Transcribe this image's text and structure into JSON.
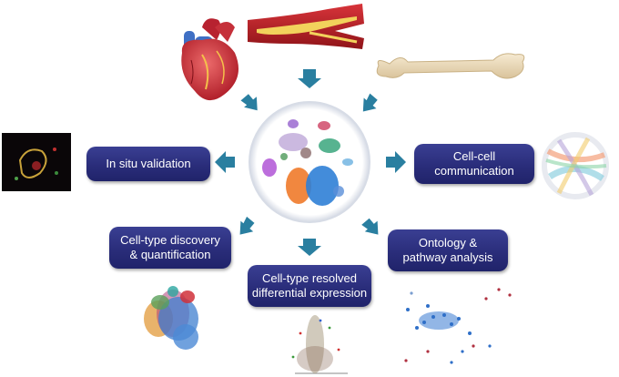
{
  "labels": {
    "in_situ": "In situ validation",
    "cell_cell": "Cell-cell\ncommunication",
    "cell_type_discovery": "Cell-type discovery\n& quantification",
    "differential_expression": "Cell-type resolved\ndifferential expression",
    "ontology": "Ontology &\npathway analysis"
  },
  "colors": {
    "box_fill": "#2a2d7a",
    "arrow": "#2a7fa0",
    "center_ring": "#d7dce6"
  },
  "icons": [
    "heart-illustration",
    "artery-illustration",
    "bone-illustration",
    "tissue-micrograph",
    "chord-diagram",
    "umap-cluster-plot",
    "volcano-plot",
    "network-plot"
  ]
}
